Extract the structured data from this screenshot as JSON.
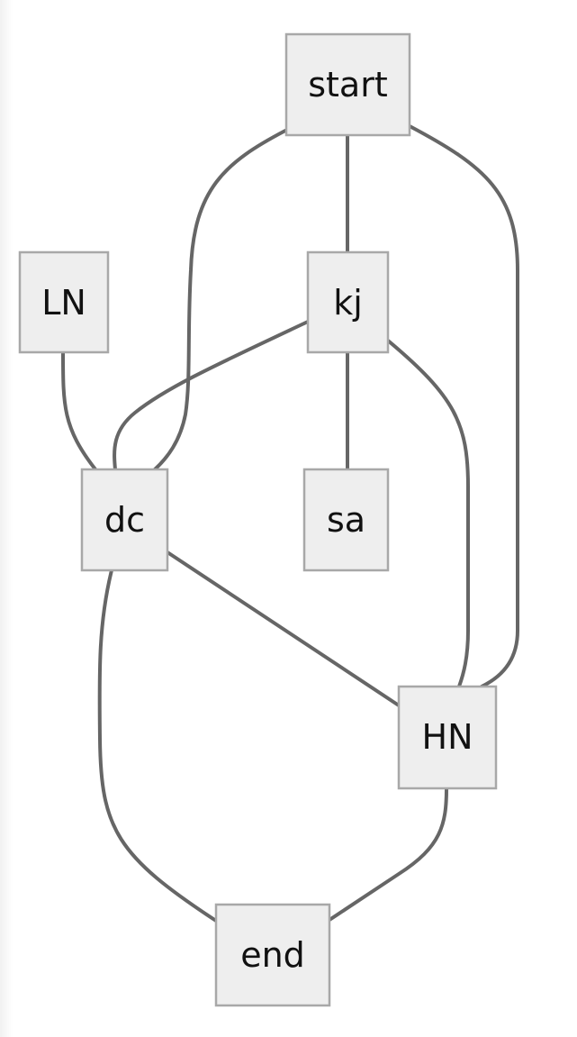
{
  "graph": {
    "nodes": [
      {
        "id": "start",
        "label": "start"
      },
      {
        "id": "LN",
        "label": "LN"
      },
      {
        "id": "kj",
        "label": "kj"
      },
      {
        "id": "dc",
        "label": "dc"
      },
      {
        "id": "sa",
        "label": "sa"
      },
      {
        "id": "HN",
        "label": "HN"
      },
      {
        "id": "end",
        "label": "end"
      }
    ],
    "edges": [
      {
        "from": "start",
        "to": "kj"
      },
      {
        "from": "start",
        "to": "dc"
      },
      {
        "from": "start",
        "to": "HN"
      },
      {
        "from": "LN",
        "to": "dc"
      },
      {
        "from": "kj",
        "to": "dc"
      },
      {
        "from": "kj",
        "to": "sa"
      },
      {
        "from": "kj",
        "to": "HN"
      },
      {
        "from": "dc",
        "to": "HN"
      },
      {
        "from": "dc",
        "to": "end"
      },
      {
        "from": "HN",
        "to": "end"
      }
    ],
    "colors": {
      "edge": "#666666",
      "node_fill": "#eeeeee",
      "node_border": "#a8a8a8",
      "label": "#111111"
    }
  }
}
